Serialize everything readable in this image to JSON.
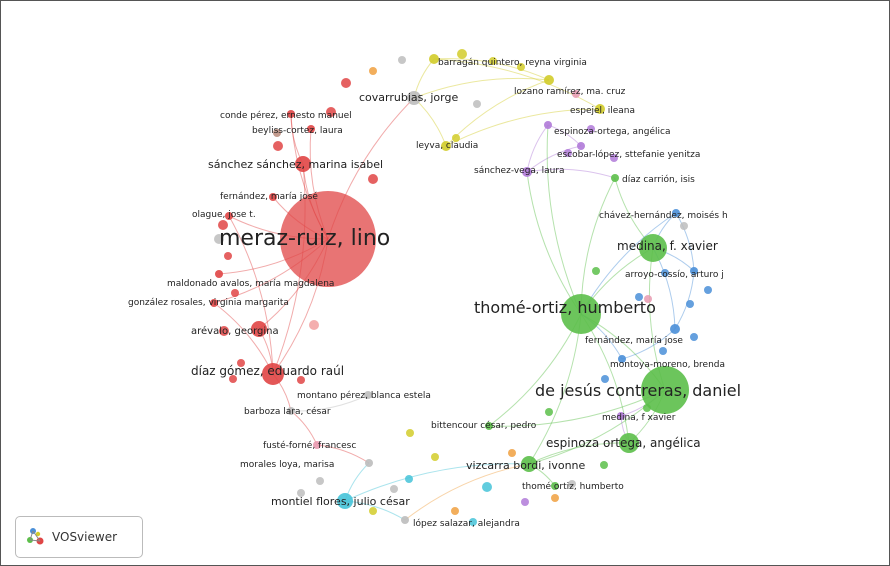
{
  "app": {
    "logo_text": "VOSviewer"
  },
  "colors": {
    "red": "#e04545",
    "red_light": "#f2a0a0",
    "green": "#5cbf4a",
    "blue": "#4a8fd8",
    "cyan": "#45c3d8",
    "yellow": "#d2cc2a",
    "purple": "#b07ad8",
    "pink": "#e89ab0",
    "orange": "#f0a040",
    "gray": "#bdbdbd",
    "brown": "#b88a7a"
  },
  "network": {
    "nodes": [
      {
        "id": "meraz",
        "label": "meraz-ruiz, lino",
        "cluster": "red",
        "weight": 10
      },
      {
        "id": "diazgomez",
        "label": "díaz gómez, eduardo raúl",
        "cluster": "red",
        "weight": 4
      },
      {
        "id": "arevalo",
        "label": "arévalo, georgina",
        "cluster": "red",
        "weight": 3
      },
      {
        "id": "sanchez",
        "label": "sánchez sánchez, marina isabel",
        "cluster": "red",
        "weight": 3
      },
      {
        "id": "conde",
        "label": "conde pérez, ernesto manuel",
        "cluster": "red",
        "weight": 2
      },
      {
        "id": "beyliss",
        "label": "beyliss-cortez, laura",
        "cluster": "red",
        "weight": 2
      },
      {
        "id": "fernandezmj1",
        "label": "fernández, maría josé",
        "cluster": "red",
        "weight": 2
      },
      {
        "id": "olague",
        "label": "olague, jose t.",
        "cluster": "red",
        "weight": 2
      },
      {
        "id": "maldonado",
        "label": "maldonado avalos, maría magdalena",
        "cluster": "red",
        "weight": 2
      },
      {
        "id": "gonzalez",
        "label": "gonzález rosales, virginia margarita",
        "cluster": "red",
        "weight": 2
      },
      {
        "id": "covarrubias",
        "label": "covarrubias, jorge",
        "cluster": "gray",
        "weight": 3
      },
      {
        "id": "barragan",
        "label": "barragán quintero, reyna virginia",
        "cluster": "yellow",
        "weight": 2
      },
      {
        "id": "lozano",
        "label": "lozano ramírez, ma. cruz",
        "cluster": "yellow",
        "weight": 2
      },
      {
        "id": "espejel",
        "label": "espejel, ileana",
        "cluster": "yellow",
        "weight": 2
      },
      {
        "id": "leyva",
        "label": "leyva, claudia",
        "cluster": "yellow",
        "weight": 2
      },
      {
        "id": "espinozaort1",
        "label": "espinoza-ortega, angélica",
        "cluster": "purple",
        "weight": 2
      },
      {
        "id": "escobar",
        "label": "escobar-lópez, sttefanie yenitza",
        "cluster": "purple",
        "weight": 2
      },
      {
        "id": "sanchezvega",
        "label": "sánchez-vega, laura",
        "cluster": "purple",
        "weight": 2
      },
      {
        "id": "diazcarrion",
        "label": "díaz carrión, isis",
        "cluster": "green",
        "weight": 2
      },
      {
        "id": "chavez",
        "label": "chávez-hernández, moisés h",
        "cluster": "blue",
        "weight": 2
      },
      {
        "id": "medina",
        "label": "medina, f. xavier",
        "cluster": "green",
        "weight": 5
      },
      {
        "id": "arroyo",
        "label": "arroyo-cossío, arturo j",
        "cluster": "blue",
        "weight": 2
      },
      {
        "id": "thome",
        "label": "thomé-ortiz, humberto",
        "cluster": "green",
        "weight": 7
      },
      {
        "id": "fernandezmj2",
        "label": "fernández, maría jose",
        "cluster": "blue",
        "weight": 2
      },
      {
        "id": "montoya",
        "label": "montoya-moreno, brenda",
        "cluster": "blue",
        "weight": 2
      },
      {
        "id": "dejesus",
        "label": "de jesús contreras, daniel",
        "cluster": "green",
        "weight": 8
      },
      {
        "id": "medinafx2",
        "label": "medina, f xavier",
        "cluster": "purple",
        "weight": 2
      },
      {
        "id": "espinozaort2",
        "label": "espinoza ortega, angélica",
        "cluster": "green",
        "weight": 4
      },
      {
        "id": "bittencour",
        "label": "bittencour césar, pedro",
        "cluster": "green",
        "weight": 2
      },
      {
        "id": "vizcarra",
        "label": "vizcarra bordi, ivonne",
        "cluster": "green",
        "weight": 3
      },
      {
        "id": "thomeortiz2",
        "label": "thomé ortiz, humberto",
        "cluster": "green",
        "weight": 2
      },
      {
        "id": "montano",
        "label": "montano pérez, blanca estela",
        "cluster": "gray",
        "weight": 2
      },
      {
        "id": "barboza",
        "label": "barboza lara, césar",
        "cluster": "gray",
        "weight": 2
      },
      {
        "id": "fuste",
        "label": "fusté-forné, francesc",
        "cluster": "pink",
        "weight": 2
      },
      {
        "id": "morales",
        "label": "morales loya, marisa",
        "cluster": "gray",
        "weight": 2
      },
      {
        "id": "montiel",
        "label": "montiel flores, julio césar",
        "cluster": "cyan",
        "weight": 4
      },
      {
        "id": "lopezsalazar",
        "label": "lópez salazar, alejandra",
        "cluster": "gray",
        "weight": 2
      }
    ]
  }
}
